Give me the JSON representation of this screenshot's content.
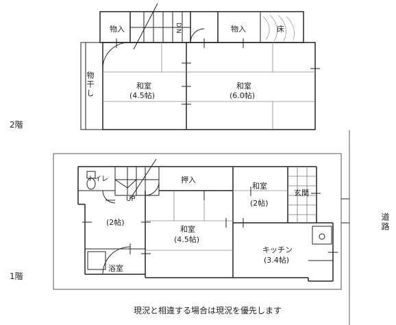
{
  "floors": {
    "second": {
      "label": "2階",
      "rooms": {
        "closet_left": "物入",
        "closet_right": "物入",
        "tokonoma": "床",
        "balcony": "物干し",
        "washitsu_a": "和室",
        "washitsu_a_size": "(4.5帖)",
        "washitsu_b": "和室",
        "washitsu_b_size": "(6.0帖)",
        "stair_mark": "DN"
      }
    },
    "first": {
      "label": "1階",
      "rooms": {
        "toilet": "トイレ",
        "closet": "押入",
        "washitsu_small": "和室",
        "washitsu_small_size": "(2帖)",
        "entrance": "玄関",
        "stair_mark": "UP",
        "hall_size": "(2帖)",
        "washitsu_main": "和室",
        "washitsu_main_size": "(4.5帖)",
        "kitchen": "キッチン",
        "kitchen_size": "(3.4帖)",
        "bath": "浴室"
      }
    }
  },
  "road_label": "道路",
  "footnote": "現況と相違する場合は現況を優先します",
  "colors": {
    "line": "#222222",
    "wall": "#222222",
    "tatami": "#888888"
  }
}
